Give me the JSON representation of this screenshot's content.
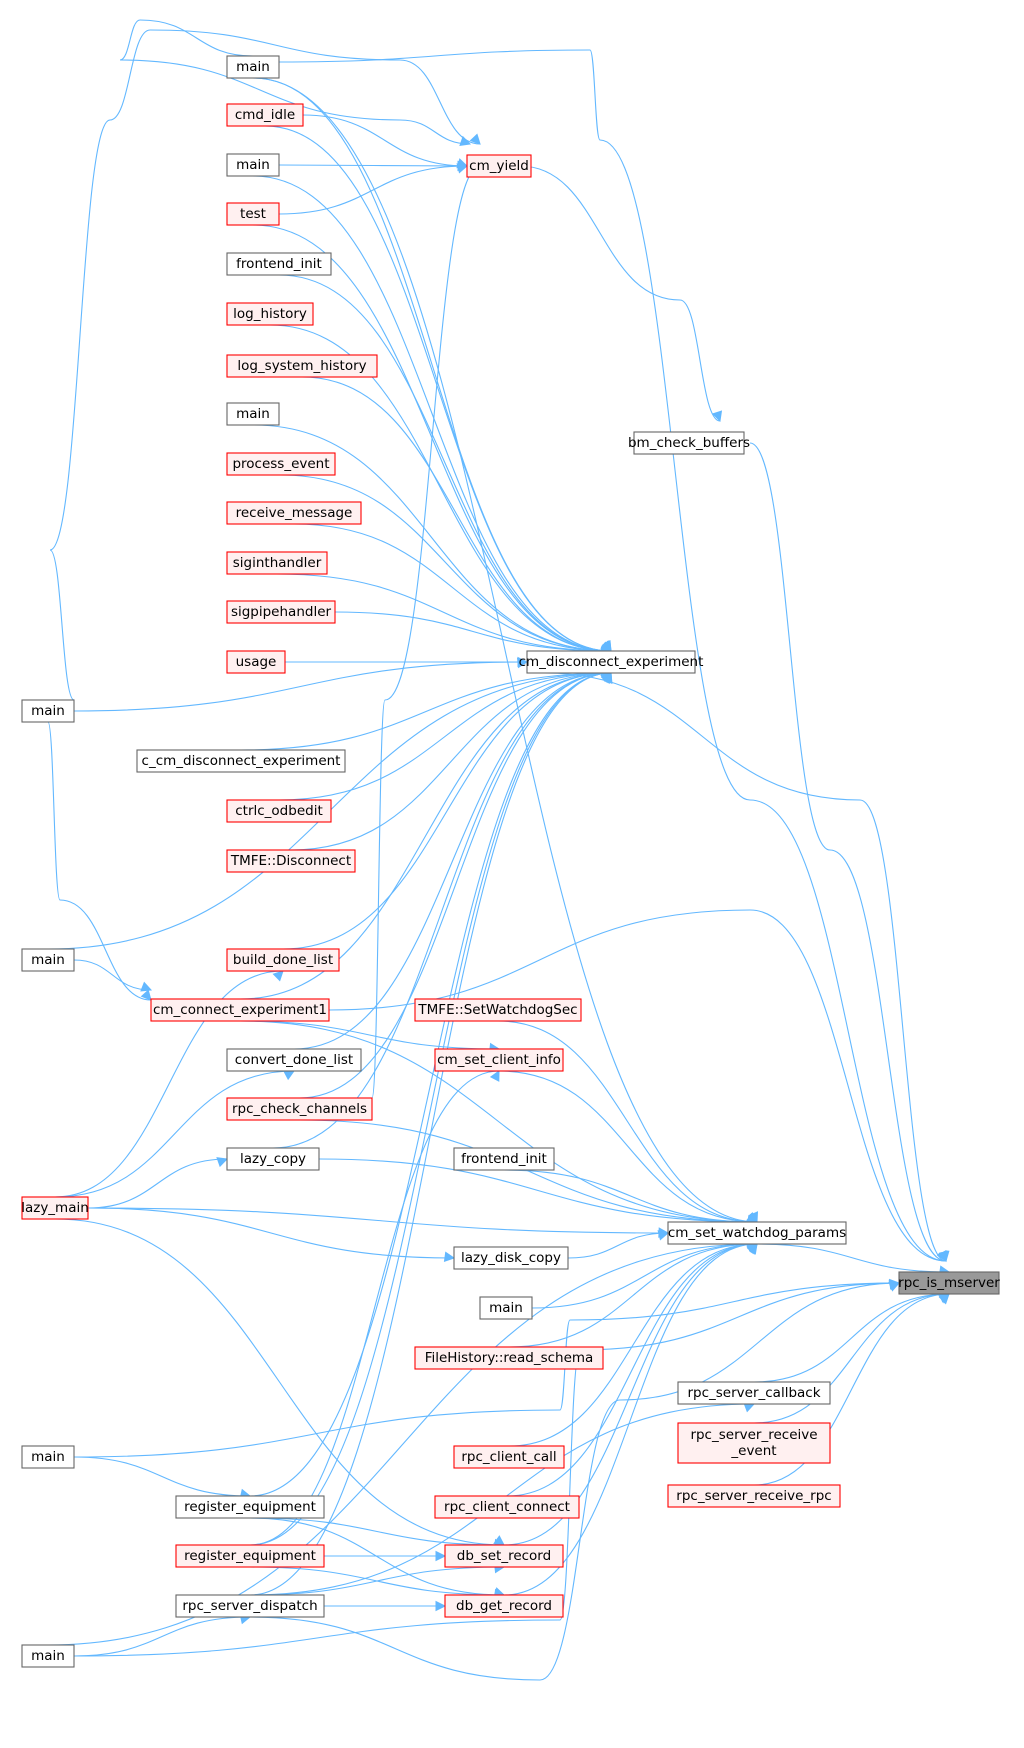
{
  "colors": {
    "edge": "#63b8ff",
    "node_border": "#666666",
    "node_fill": "#ffffff",
    "highlight_border": "#ff0000",
    "highlight_fill": "#fff0f0",
    "focus_fill": "#999999"
  },
  "nodes": [
    {
      "id": "n0",
      "label": "rpc_is_mserver",
      "style": "grey"
    },
    {
      "id": "n1",
      "label": "bm_check_buffers",
      "style": "plain"
    },
    {
      "id": "n2",
      "label": "cm_yield",
      "style": "red"
    },
    {
      "id": "n3",
      "label": "main",
      "style": "plain"
    },
    {
      "id": "n4",
      "label": "cmd_idle",
      "style": "red"
    },
    {
      "id": "n5",
      "label": "main",
      "style": "plain"
    },
    {
      "id": "n6",
      "label": "test",
      "style": "red"
    },
    {
      "id": "n7",
      "label": "frontend_init",
      "style": "plain"
    },
    {
      "id": "n8",
      "label": "log_history",
      "style": "red"
    },
    {
      "id": "n9",
      "label": "log_system_history",
      "style": "red"
    },
    {
      "id": "n10",
      "label": "main",
      "style": "plain"
    },
    {
      "id": "n11",
      "label": "process_event",
      "style": "red"
    },
    {
      "id": "n12",
      "label": "receive_message",
      "style": "red"
    },
    {
      "id": "n13",
      "label": "siginthandler",
      "style": "red"
    },
    {
      "id": "n14",
      "label": "sigpipehandler",
      "style": "red"
    },
    {
      "id": "n15",
      "label": "usage",
      "style": "red"
    },
    {
      "id": "n16",
      "label": "cm_disconnect_experiment",
      "style": "plain"
    },
    {
      "id": "n17",
      "label": "main",
      "style": "plain"
    },
    {
      "id": "n18",
      "label": "c_cm_disconnect_experiment",
      "style": "plain"
    },
    {
      "id": "n19",
      "label": "ctrlc_odbedit",
      "style": "red"
    },
    {
      "id": "n20",
      "label": "TMFE::Disconnect",
      "style": "red"
    },
    {
      "id": "n21",
      "label": "main",
      "style": "plain"
    },
    {
      "id": "n22",
      "label": "build_done_list",
      "style": "red"
    },
    {
      "id": "n23",
      "label": "cm_connect_experiment1",
      "style": "red"
    },
    {
      "id": "n24",
      "label": "convert_done_list",
      "style": "plain"
    },
    {
      "id": "n25",
      "label": "rpc_check_channels",
      "style": "red"
    },
    {
      "id": "n26",
      "label": "lazy_copy",
      "style": "plain"
    },
    {
      "id": "n27",
      "label": "lazy_main",
      "style": "red"
    },
    {
      "id": "n28",
      "label": "TMFE::SetWatchdogSec",
      "style": "red"
    },
    {
      "id": "n29",
      "label": "cm_set_client_info",
      "style": "red"
    },
    {
      "id": "n30",
      "label": "frontend_init",
      "style": "plain"
    },
    {
      "id": "n31",
      "label": "cm_set_watchdog_params",
      "style": "plain"
    },
    {
      "id": "n32",
      "label": "lazy_disk_copy",
      "style": "plain"
    },
    {
      "id": "n33",
      "label": "main",
      "style": "plain"
    },
    {
      "id": "n34",
      "label": "FileHistory::read_schema",
      "style": "red"
    },
    {
      "id": "n35",
      "label": "rpc_server_callback",
      "style": "plain"
    },
    {
      "id": "n36",
      "label": "rpc_client_call",
      "style": "red"
    },
    {
      "id": "n37",
      "label": "rpc_server_receive\n_event",
      "style": "red"
    },
    {
      "id": "n38",
      "label": "main",
      "style": "plain"
    },
    {
      "id": "n39",
      "label": "rpc_client_connect",
      "style": "red"
    },
    {
      "id": "n40",
      "label": "rpc_server_receive_rpc",
      "style": "red"
    },
    {
      "id": "n41",
      "label": "register_equipment",
      "style": "plain"
    },
    {
      "id": "n42",
      "label": "register_equipment",
      "style": "red"
    },
    {
      "id": "n43",
      "label": "db_set_record",
      "style": "red"
    },
    {
      "id": "n44",
      "label": "rpc_server_dispatch",
      "style": "plain"
    },
    {
      "id": "n45",
      "label": "db_get_record",
      "style": "red"
    },
    {
      "id": "n46",
      "label": "main",
      "style": "plain"
    }
  ],
  "edges": [
    [
      "n1",
      "n0"
    ],
    [
      "n16",
      "n0"
    ],
    [
      "n31",
      "n0"
    ],
    [
      "n35",
      "n0"
    ],
    [
      "n37",
      "n0"
    ],
    [
      "n40",
      "n0"
    ],
    [
      "n23",
      "n0"
    ],
    [
      "n38",
      "n0"
    ],
    [
      "n46",
      "n0"
    ],
    [
      "n44",
      "n0"
    ],
    [
      "n3",
      "n0"
    ],
    [
      "n2",
      "n1"
    ],
    [
      "n3",
      "n2"
    ],
    [
      "n4",
      "n2"
    ],
    [
      "n5",
      "n2"
    ],
    [
      "n6",
      "n2"
    ],
    [
      "n17",
      "n2"
    ],
    [
      "n25",
      "n2"
    ],
    [
      "n3",
      "n16"
    ],
    [
      "n4",
      "n16"
    ],
    [
      "n5",
      "n16"
    ],
    [
      "n6",
      "n16"
    ],
    [
      "n7",
      "n16"
    ],
    [
      "n8",
      "n16"
    ],
    [
      "n9",
      "n16"
    ],
    [
      "n10",
      "n16"
    ],
    [
      "n11",
      "n16"
    ],
    [
      "n12",
      "n16"
    ],
    [
      "n13",
      "n16"
    ],
    [
      "n14",
      "n16"
    ],
    [
      "n15",
      "n16"
    ],
    [
      "n17",
      "n16"
    ],
    [
      "n18",
      "n16"
    ],
    [
      "n19",
      "n16"
    ],
    [
      "n20",
      "n16"
    ],
    [
      "n21",
      "n16"
    ],
    [
      "n22",
      "n16"
    ],
    [
      "n23",
      "n16"
    ],
    [
      "n24",
      "n16"
    ],
    [
      "n25",
      "n16"
    ],
    [
      "n26",
      "n16"
    ],
    [
      "n41",
      "n16"
    ],
    [
      "n42",
      "n16"
    ],
    [
      "n44",
      "n16"
    ],
    [
      "n21",
      "n23"
    ],
    [
      "n17",
      "n23"
    ],
    [
      "n27",
      "n22"
    ],
    [
      "n27",
      "n24"
    ],
    [
      "n27",
      "n26"
    ],
    [
      "n27",
      "n32"
    ],
    [
      "n27",
      "n43"
    ],
    [
      "n28",
      "n31"
    ],
    [
      "n29",
      "n31"
    ],
    [
      "n30",
      "n31"
    ],
    [
      "n32",
      "n31"
    ],
    [
      "n33",
      "n31"
    ],
    [
      "n34",
      "n31"
    ],
    [
      "n36",
      "n31"
    ],
    [
      "n39",
      "n31"
    ],
    [
      "n43",
      "n31"
    ],
    [
      "n45",
      "n31"
    ],
    [
      "n23",
      "n31"
    ],
    [
      "n25",
      "n31"
    ],
    [
      "n26",
      "n31"
    ],
    [
      "n27",
      "n31"
    ],
    [
      "n3",
      "n31"
    ],
    [
      "n46",
      "n31"
    ],
    [
      "n23",
      "n29"
    ],
    [
      "n42",
      "n29"
    ],
    [
      "n44",
      "n35"
    ],
    [
      "n38",
      "n41"
    ],
    [
      "n41",
      "n43"
    ],
    [
      "n42",
      "n43"
    ],
    [
      "n44",
      "n43"
    ],
    [
      "n41",
      "n45"
    ],
    [
      "n42",
      "n45"
    ],
    [
      "n44",
      "n45"
    ],
    [
      "n46",
      "n44"
    ]
  ]
}
